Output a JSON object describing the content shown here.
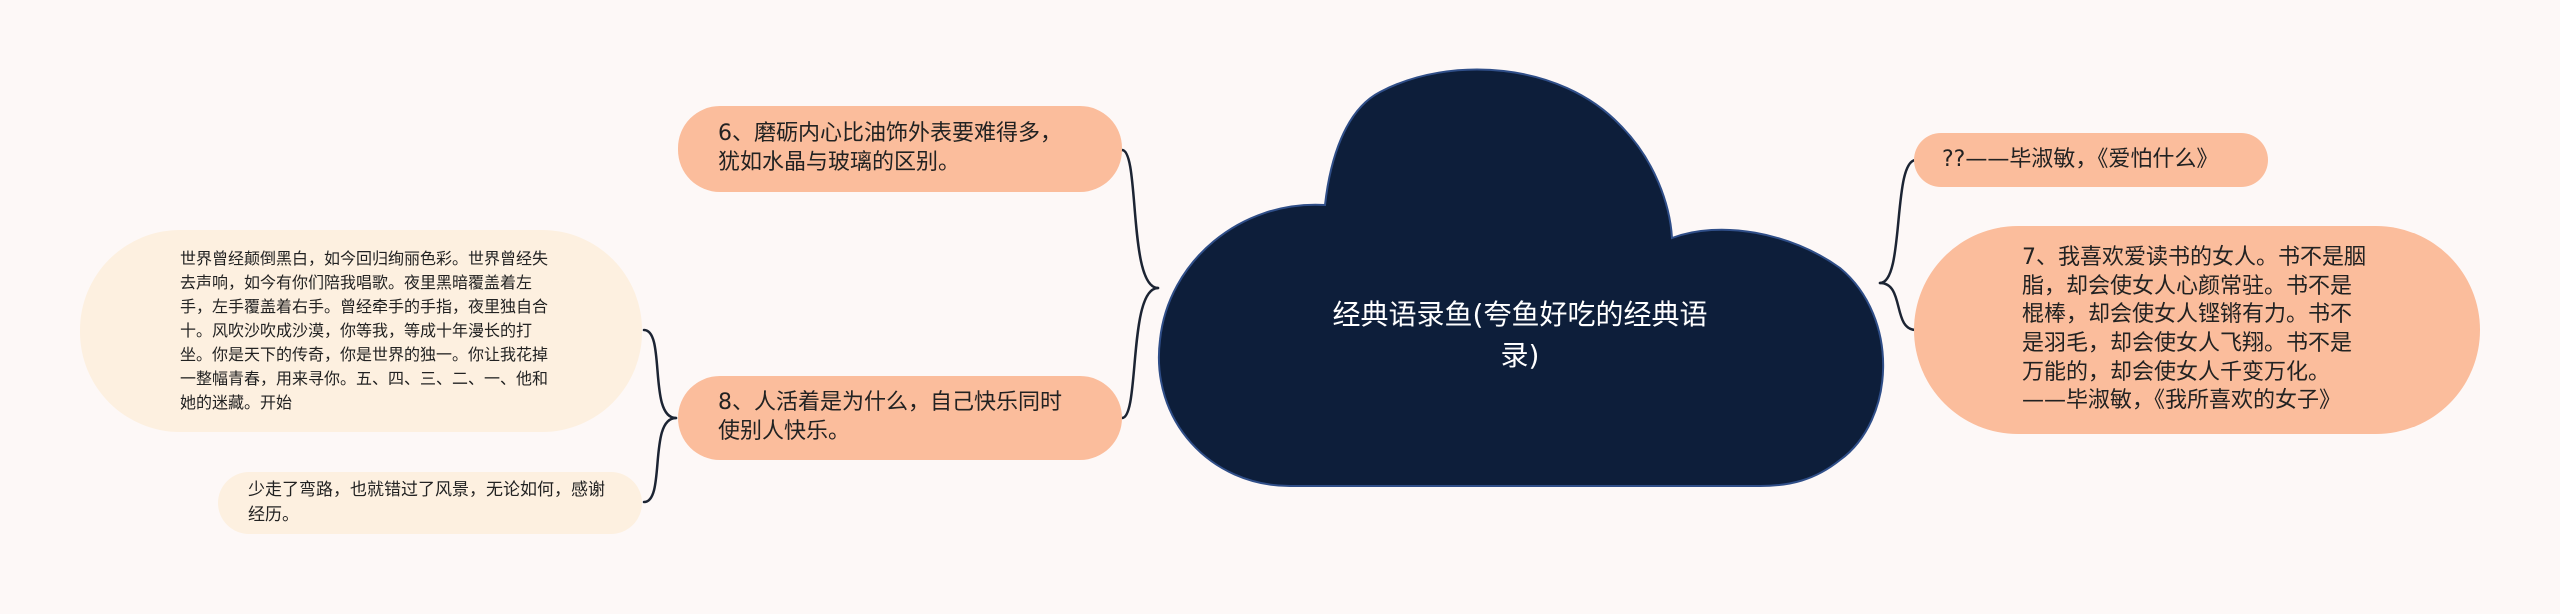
{
  "center": {
    "title": "经典语录鱼(夸鱼好吃的经典语录)"
  },
  "left_nodes": [
    {
      "text": "6、磨砺内心比油饰外表要难得多，犹如水晶与玻璃的区别。"
    },
    {
      "text": "8、人活着是为什么，自己快乐同时使别人快乐。"
    }
  ],
  "left_children": [
    {
      "text": "世界曾经颠倒黑白，如今回归绚丽色彩。世界曾经失去声响，如今有你们陪我唱歌。夜里黑暗覆盖着左手，左手覆盖着右手。曾经牵手的手指，夜里独自合十。风吹沙吹成沙漠，你等我，等成十年漫长的打坐。你是天下的传奇，你是世界的独一。你让我花掉一整幅青春，用来寻你。五、四、三、二、一、他和她的迷藏。开始"
    },
    {
      "text": "少走了弯路，也就错过了风景，无论如何，感谢经历。"
    }
  ],
  "right_nodes": [
    {
      "text": "??——毕淑敏，《爱怕什么》"
    },
    {
      "text": "7、我喜欢爱读书的女人。书不是胭脂，却会使女人心颜常驻。书不是棍棒，却会使女人铿锵有力。书不是羽毛，却会使女人飞翔。书不是万能的，却会使女人千变万化。——毕淑敏，《我所喜欢的女子》"
    }
  ],
  "colors": {
    "background": "#fdf8f7",
    "cloud": "#0d1e3a",
    "orange_node": "#fbbd9c",
    "cream_node": "#fdf0e0",
    "connector": "#1c2433"
  }
}
